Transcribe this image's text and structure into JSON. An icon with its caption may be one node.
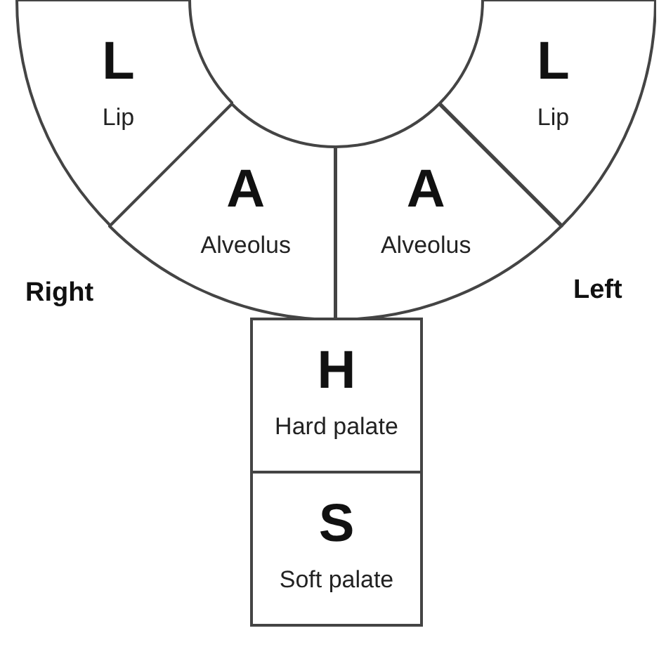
{
  "diagram": {
    "nodes": [
      {
        "text": [
          "L",
          "Lip"
        ]
      },
      {
        "text": [
          "A",
          "Alveolus"
        ]
      },
      {
        "text": [
          "A",
          "Alveolus"
        ]
      },
      {
        "text": [
          "L",
          "Lip"
        ]
      },
      {
        "text": [
          "H",
          "Hard palate"
        ]
      },
      {
        "text": [
          "S",
          "Soft palate"
        ]
      }
    ],
    "labels": [
      "Right",
      "Left"
    ]
  }
}
